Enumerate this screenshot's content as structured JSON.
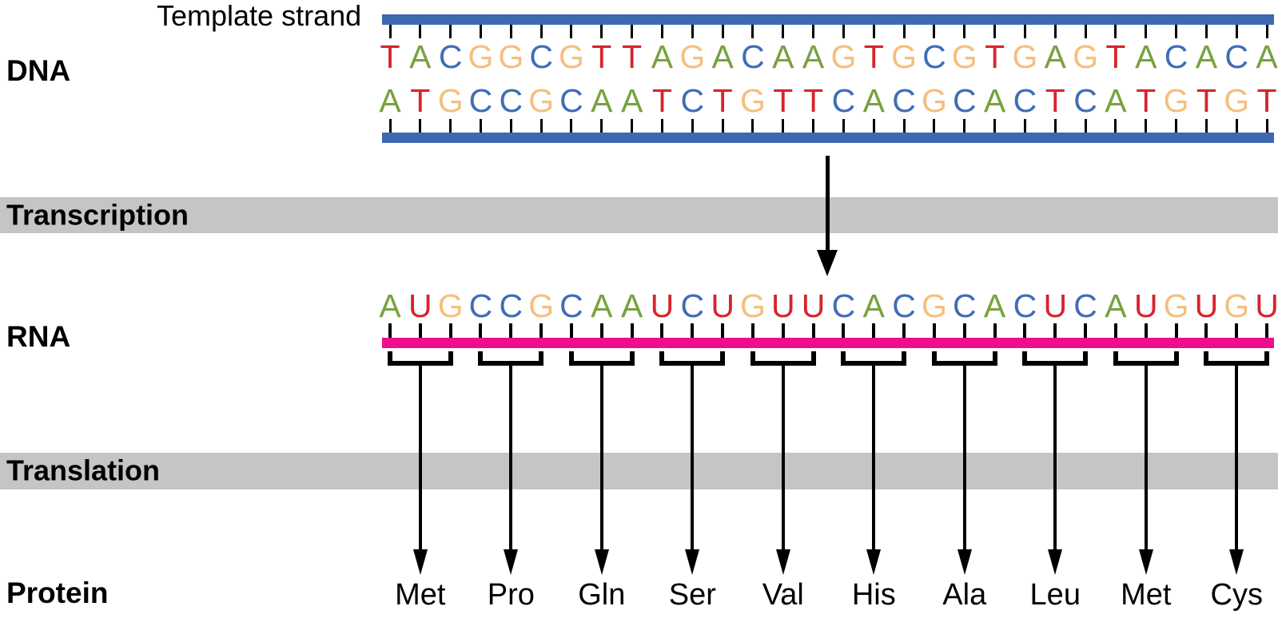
{
  "labels": {
    "template_strand": "Template strand",
    "dna": "DNA",
    "transcription": "Transcription",
    "rna": "RNA",
    "translation": "Translation",
    "protein": "Protein"
  },
  "colors": {
    "dna_backbone": "#3e68b0",
    "rna_backbone": "#ec0e8d",
    "process_band": "#c3c5c7",
    "text": "#000000",
    "nucleotide": {
      "A": "#77a23f",
      "T": "#d6242b",
      "U": "#d6242b",
      "C": "#3f6db6",
      "G": "#f5bf7e"
    }
  },
  "dna": {
    "template_strand": "TACGGCGTTAGACAAGTGCGTGAGTACACA",
    "complementary_strand": "ATGCCGCAATCTGTTCACGCACTCATGTGT"
  },
  "rna": {
    "sequence": "AUGCCGCAAUCUGUUCACGCACUCAUGUGU"
  },
  "protein": {
    "amino_acids": [
      "Met",
      "Pro",
      "Gln",
      "Ser",
      "Val",
      "His",
      "Ala",
      "Leu",
      "Met",
      "Cys"
    ]
  },
  "codons": [
    {
      "codon": "AUG",
      "amino_acid": "Met"
    },
    {
      "codon": "CCG",
      "amino_acid": "Pro"
    },
    {
      "codon": "CAA",
      "amino_acid": "Gln"
    },
    {
      "codon": "UCU",
      "amino_acid": "Ser"
    },
    {
      "codon": "GUU",
      "amino_acid": "Val"
    },
    {
      "codon": "CAC",
      "amino_acid": "His"
    },
    {
      "codon": "GCA",
      "amino_acid": "Ala"
    },
    {
      "codon": "CUC",
      "amino_acid": "Leu"
    },
    {
      "codon": "AUG",
      "amino_acid": "Met"
    },
    {
      "codon": "UGU",
      "amino_acid": "Cys"
    }
  ]
}
